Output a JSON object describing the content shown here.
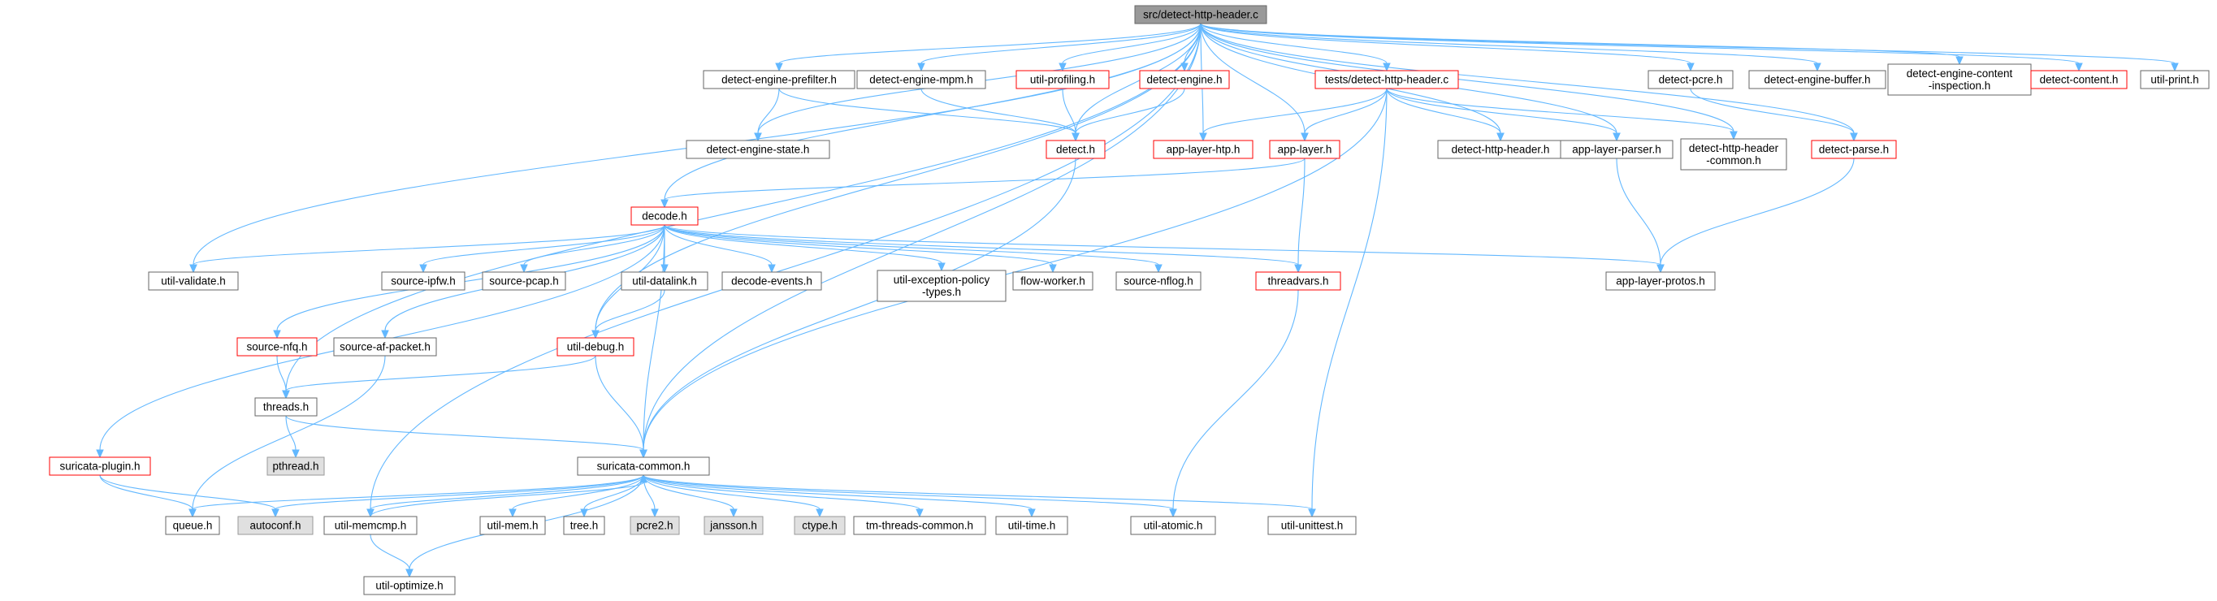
{
  "colors": {
    "root_fill": "#999999",
    "normal_fill": "#ffffff",
    "normal_stroke": "#666666",
    "incomplete_stroke": "#ff0000",
    "external_fill": "#e0e0e0",
    "external_stroke": "#999999",
    "edge": "#63b8ff"
  },
  "nodes": [
    {
      "id": "root",
      "lines": [
        "src/detect-http-header.c"
      ],
      "style": "root"
    },
    {
      "id": "tests",
      "lines": [
        "tests/detect-http-header.c"
      ],
      "style": "incomplete"
    },
    {
      "id": "prefilter",
      "lines": [
        "detect-engine-prefilter.h"
      ],
      "style": "normal"
    },
    {
      "id": "mpm",
      "lines": [
        "detect-engine-mpm.h"
      ],
      "style": "normal"
    },
    {
      "id": "profiling",
      "lines": [
        "util-profiling.h"
      ],
      "style": "incomplete"
    },
    {
      "id": "engine",
      "lines": [
        "detect-engine.h"
      ],
      "style": "incomplete"
    },
    {
      "id": "pcre",
      "lines": [
        "detect-pcre.h"
      ],
      "style": "normal"
    },
    {
      "id": "buffer",
      "lines": [
        "detect-engine-buffer.h"
      ],
      "style": "normal"
    },
    {
      "id": "contentinsp",
      "lines": [
        "detect-engine-content",
        "-inspection.h"
      ],
      "style": "normal"
    },
    {
      "id": "content",
      "lines": [
        "detect-content.h"
      ],
      "style": "incomplete"
    },
    {
      "id": "print",
      "lines": [
        "util-print.h"
      ],
      "style": "normal"
    },
    {
      "id": "state",
      "lines": [
        "detect-engine-state.h"
      ],
      "style": "normal"
    },
    {
      "id": "detect",
      "lines": [
        "detect.h"
      ],
      "style": "incomplete"
    },
    {
      "id": "htp",
      "lines": [
        "app-layer-htp.h"
      ],
      "style": "incomplete"
    },
    {
      "id": "applayer",
      "lines": [
        "app-layer.h"
      ],
      "style": "incomplete"
    },
    {
      "id": "httpheader",
      "lines": [
        "detect-http-header.h"
      ],
      "style": "normal"
    },
    {
      "id": "parser",
      "lines": [
        "app-layer-parser.h"
      ],
      "style": "normal"
    },
    {
      "id": "httpcommon",
      "lines": [
        "detect-http-header",
        "-common.h"
      ],
      "style": "normal"
    },
    {
      "id": "parse",
      "lines": [
        "detect-parse.h"
      ],
      "style": "incomplete"
    },
    {
      "id": "decode",
      "lines": [
        "decode.h"
      ],
      "style": "incomplete"
    },
    {
      "id": "validate",
      "lines": [
        "util-validate.h"
      ],
      "style": "normal"
    },
    {
      "id": "ipfw",
      "lines": [
        "source-ipfw.h"
      ],
      "style": "normal"
    },
    {
      "id": "pcap",
      "lines": [
        "source-pcap.h"
      ],
      "style": "normal"
    },
    {
      "id": "datalink",
      "lines": [
        "util-datalink.h"
      ],
      "style": "normal"
    },
    {
      "id": "events",
      "lines": [
        "decode-events.h"
      ],
      "style": "normal"
    },
    {
      "id": "exception",
      "lines": [
        "util-exception-policy",
        "-types.h"
      ],
      "style": "normal"
    },
    {
      "id": "flowworker",
      "lines": [
        "flow-worker.h"
      ],
      "style": "normal"
    },
    {
      "id": "nflog",
      "lines": [
        "source-nflog.h"
      ],
      "style": "normal"
    },
    {
      "id": "threadvars",
      "lines": [
        "threadvars.h"
      ],
      "style": "incomplete"
    },
    {
      "id": "protos",
      "lines": [
        "app-layer-protos.h"
      ],
      "style": "normal"
    },
    {
      "id": "nfq",
      "lines": [
        "source-nfq.h"
      ],
      "style": "incomplete"
    },
    {
      "id": "afpacket",
      "lines": [
        "source-af-packet.h"
      ],
      "style": "normal"
    },
    {
      "id": "debug",
      "lines": [
        "util-debug.h"
      ],
      "style": "incomplete"
    },
    {
      "id": "threads",
      "lines": [
        "threads.h"
      ],
      "style": "normal"
    },
    {
      "id": "pthread",
      "lines": [
        "pthread.h"
      ],
      "style": "external"
    },
    {
      "id": "plugin",
      "lines": [
        "suricata-plugin.h"
      ],
      "style": "incomplete"
    },
    {
      "id": "common",
      "lines": [
        "suricata-common.h"
      ],
      "style": "normal"
    },
    {
      "id": "queue",
      "lines": [
        "queue.h"
      ],
      "style": "normal"
    },
    {
      "id": "autoconf",
      "lines": [
        "autoconf.h"
      ],
      "style": "external"
    },
    {
      "id": "memcmp",
      "lines": [
        "util-memcmp.h"
      ],
      "style": "normal"
    },
    {
      "id": "mem",
      "lines": [
        "util-mem.h"
      ],
      "style": "normal"
    },
    {
      "id": "tree",
      "lines": [
        "tree.h"
      ],
      "style": "normal"
    },
    {
      "id": "pcre2",
      "lines": [
        "pcre2.h"
      ],
      "style": "external"
    },
    {
      "id": "jansson",
      "lines": [
        "jansson.h"
      ],
      "style": "external"
    },
    {
      "id": "ctype",
      "lines": [
        "ctype.h"
      ],
      "style": "external"
    },
    {
      "id": "tmcommon",
      "lines": [
        "tm-threads-common.h"
      ],
      "style": "normal"
    },
    {
      "id": "time",
      "lines": [
        "util-time.h"
      ],
      "style": "normal"
    },
    {
      "id": "atomic",
      "lines": [
        "util-atomic.h"
      ],
      "style": "normal"
    },
    {
      "id": "unittest",
      "lines": [
        "util-unittest.h"
      ],
      "style": "normal"
    },
    {
      "id": "optimize",
      "lines": [
        "util-optimize.h"
      ],
      "style": "normal"
    }
  ],
  "edges": [
    [
      "root",
      "tests"
    ],
    [
      "root",
      "prefilter"
    ],
    [
      "root",
      "mpm"
    ],
    [
      "root",
      "profiling"
    ],
    [
      "root",
      "engine"
    ],
    [
      "root",
      "pcre"
    ],
    [
      "root",
      "buffer"
    ],
    [
      "root",
      "contentinsp"
    ],
    [
      "root",
      "content"
    ],
    [
      "root",
      "print"
    ],
    [
      "root",
      "state"
    ],
    [
      "root",
      "detect"
    ],
    [
      "root",
      "htp"
    ],
    [
      "root",
      "applayer"
    ],
    [
      "root",
      "httpheader"
    ],
    [
      "root",
      "parser"
    ],
    [
      "root",
      "httpcommon"
    ],
    [
      "root",
      "parse"
    ],
    [
      "root",
      "decode"
    ],
    [
      "root",
      "validate"
    ],
    [
      "root",
      "debug"
    ],
    [
      "root",
      "threads"
    ],
    [
      "root",
      "common"
    ],
    [
      "root",
      "memcmp"
    ],
    [
      "prefilter",
      "state"
    ],
    [
      "prefilter",
      "detect"
    ],
    [
      "mpm",
      "detect"
    ],
    [
      "profiling",
      "detect"
    ],
    [
      "engine",
      "detect"
    ],
    [
      "pcre",
      "parse"
    ],
    [
      "tests",
      "htp"
    ],
    [
      "tests",
      "applayer"
    ],
    [
      "tests",
      "httpheader"
    ],
    [
      "tests",
      "parser"
    ],
    [
      "tests",
      "httpcommon"
    ],
    [
      "tests",
      "common"
    ],
    [
      "tests",
      "unittest"
    ],
    [
      "detect",
      "common"
    ],
    [
      "applayer",
      "decode"
    ],
    [
      "applayer",
      "threadvars"
    ],
    [
      "parser",
      "protos"
    ],
    [
      "parse",
      "protos"
    ],
    [
      "decode",
      "validate"
    ],
    [
      "decode",
      "ipfw"
    ],
    [
      "decode",
      "pcap"
    ],
    [
      "decode",
      "datalink"
    ],
    [
      "decode",
      "events"
    ],
    [
      "decode",
      "exception"
    ],
    [
      "decode",
      "flowworker"
    ],
    [
      "decode",
      "nflog"
    ],
    [
      "decode",
      "threadvars"
    ],
    [
      "decode",
      "protos"
    ],
    [
      "decode",
      "nfq"
    ],
    [
      "decode",
      "afpacket"
    ],
    [
      "decode",
      "debug"
    ],
    [
      "decode",
      "plugin"
    ],
    [
      "decode",
      "common"
    ],
    [
      "datalink",
      "debug"
    ],
    [
      "threadvars",
      "atomic"
    ],
    [
      "nfq",
      "threads"
    ],
    [
      "afpacket",
      "queue"
    ],
    [
      "debug",
      "threads"
    ],
    [
      "debug",
      "common"
    ],
    [
      "threads",
      "pthread"
    ],
    [
      "threads",
      "common"
    ],
    [
      "plugin",
      "queue"
    ],
    [
      "plugin",
      "autoconf"
    ],
    [
      "common",
      "queue"
    ],
    [
      "common",
      "autoconf"
    ],
    [
      "common",
      "memcmp"
    ],
    [
      "common",
      "mem"
    ],
    [
      "common",
      "tree"
    ],
    [
      "common",
      "pcre2"
    ],
    [
      "common",
      "jansson"
    ],
    [
      "common",
      "ctype"
    ],
    [
      "common",
      "tmcommon"
    ],
    [
      "common",
      "time"
    ],
    [
      "common",
      "atomic"
    ],
    [
      "common",
      "unittest"
    ],
    [
      "common",
      "optimize"
    ],
    [
      "memcmp",
      "common"
    ],
    [
      "memcmp",
      "optimize"
    ]
  ]
}
